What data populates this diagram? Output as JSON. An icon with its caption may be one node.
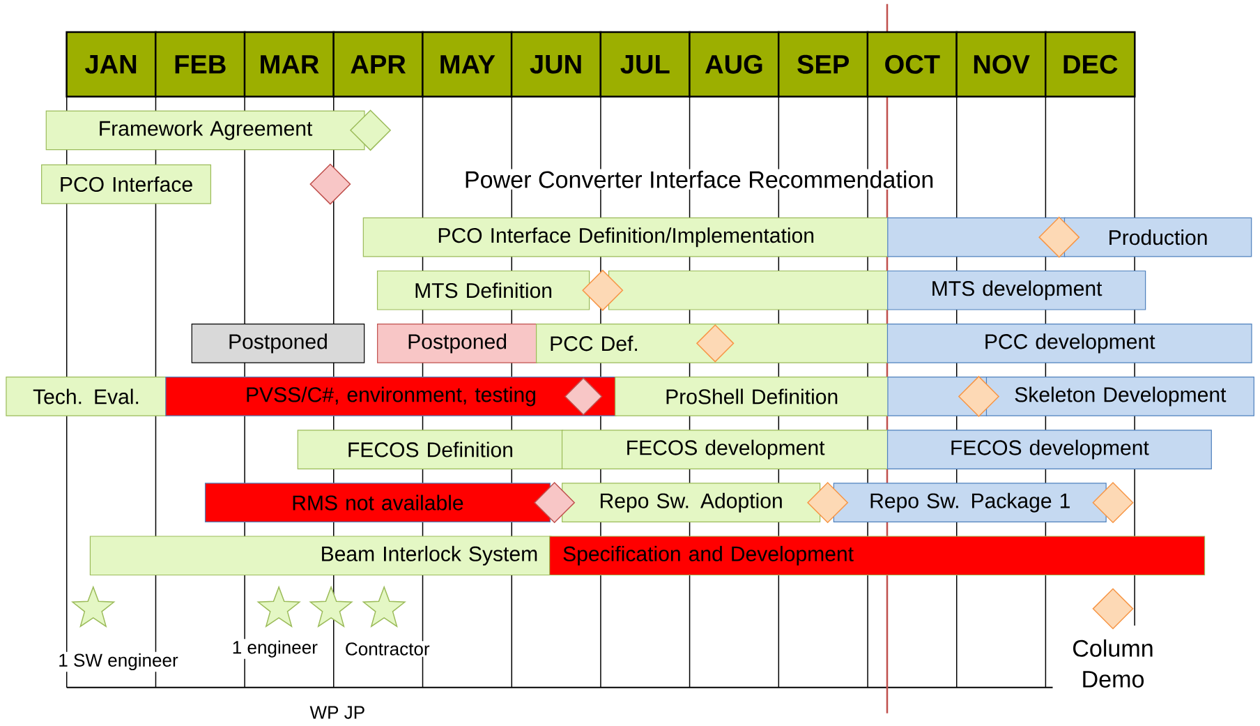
{
  "diagram": {
    "nodes": [
      {
        "text": [
          "JAN"
        ]
      },
      {
        "text": [
          "FEB"
        ]
      },
      {
        "text": [
          "MAR"
        ]
      },
      {
        "text": [
          "APR"
        ]
      },
      {
        "text": [
          "MAY"
        ]
      },
      {
        "text": [
          "JUN"
        ]
      },
      {
        "text": [
          "JUL"
        ]
      },
      {
        "text": [
          "AUG"
        ]
      },
      {
        "text": [
          "SEP"
        ]
      },
      {
        "text": [
          "OCT"
        ]
      },
      {
        "text": [
          "NOV"
        ]
      },
      {
        "text": [
          "DEC"
        ]
      },
      {
        "text": [
          "Framework Agreement"
        ]
      },
      {
        "text": [],
        "shape": "diamond"
      },
      {
        "text": [
          "PCO Interface"
        ]
      },
      {
        "text": [],
        "shape": "diamond"
      },
      {
        "text": [
          "PCO Interface Definition/Implementation"
        ]
      },
      {
        "text": [],
        "shape": "bar"
      },
      {
        "text": [],
        "shape": "diamond"
      },
      {
        "text": [
          "Production"
        ]
      },
      {
        "text": [
          "MTS Definition"
        ]
      },
      {
        "text": [],
        "shape": "diamond"
      },
      {
        "text": [],
        "shape": "bar"
      },
      {
        "text": [
          "MTS development"
        ]
      },
      {
        "text": [
          "Postponed"
        ]
      },
      {
        "text": [
          "Postponed"
        ]
      },
      {
        "text": [
          "PCC Def."
        ]
      },
      {
        "text": [],
        "shape": "diamond",
        "in": 26
      },
      {
        "text": [
          "PCC development"
        ]
      },
      {
        "text": [
          "Tech. Eval."
        ]
      },
      {
        "text": [
          "PVSS/C#, environment, testing"
        ]
      },
      {
        "text": [],
        "shape": "diamond",
        "in": 30
      },
      {
        "text": [
          "ProShell Definition"
        ]
      },
      {
        "text": [],
        "shape": "bar"
      },
      {
        "text": [],
        "shape": "diamond"
      },
      {
        "text": [
          "Skeleton Development"
        ]
      },
      {
        "text": [
          "FECOS Definition"
        ]
      },
      {
        "text": [
          "FECOS development"
        ]
      },
      {
        "text": [
          "FECOS development"
        ]
      },
      {
        "text": [
          "RMS not available"
        ]
      },
      {
        "text": [],
        "shape": "diamond"
      },
      {
        "text": [
          "Repo Sw. Adoption"
        ]
      },
      {
        "text": [],
        "shape": "diamond"
      },
      {
        "text": [
          "Repo Sw. Package 1"
        ]
      },
      {
        "text": [],
        "shape": "diamond"
      },
      {
        "text": [
          "Beam Interlock System"
        ]
      },
      {
        "text": [
          "Specification and Development"
        ]
      },
      {
        "text": [],
        "shape": "star"
      },
      {
        "text": [],
        "shape": "star"
      },
      {
        "text": [],
        "shape": "star"
      },
      {
        "text": [],
        "shape": "star"
      },
      {
        "text": [],
        "shape": "diamond",
        "beside": [
          "Column Demo"
        ]
      }
    ],
    "labels": [
      "Power Converter Interface Recommendation",
      "1 SW engineer",
      "1 engineer",
      "Contractor",
      "WP JP"
    ]
  }
}
